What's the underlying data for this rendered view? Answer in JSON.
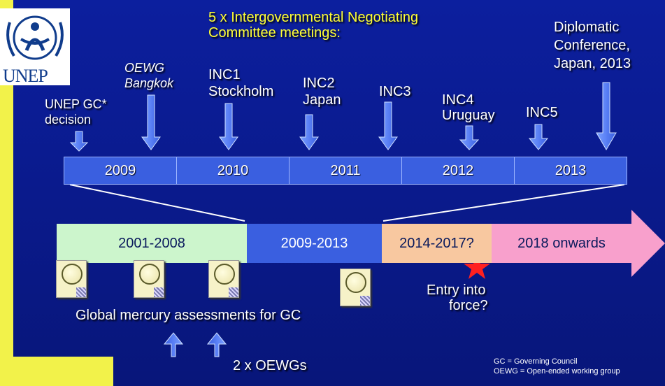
{
  "title_line1": "5 x Intergovernmental Negotiating",
  "title_line2": "Committee meetings:",
  "logo": {
    "text": "UNEP"
  },
  "events": {
    "gc_l1": "UNEP GC*",
    "gc_l2": "decision",
    "oewg_l1": "OEWG",
    "oewg_l2": "Bangkok",
    "inc1_l1": "INC1",
    "inc1_l2": "Stockholm",
    "inc2_l1": "INC2",
    "inc2_l2": "Japan",
    "inc3": "INC3",
    "inc4_l1": "INC4",
    "inc4_l2": "Uruguay",
    "inc5": "INC5",
    "dip_l1": "Diplomatic",
    "dip_l2": "Conference,",
    "dip_l3": "Japan, 2013"
  },
  "years": [
    "2009",
    "2010",
    "2011",
    "2012",
    "2013"
  ],
  "phases": [
    "2001-2008",
    "2009-2013",
    "2014-2017?",
    "2018 onwards"
  ],
  "entry_l1": "Entry into",
  "entry_l2": "force?",
  "assessments": "Global mercury assessments for GC",
  "oewgs": "2 x OEWGs",
  "legend_gc": "GC = Governing Council",
  "legend_oewg": "OEWG = Open-ended working group",
  "colors": {
    "background": "#0a1a8c",
    "accent_yellow": "#f2f24a",
    "phase1": "#ccf5cc",
    "phase2": "#3a5fe0",
    "phase3": "#f8c8a0",
    "phase4": "#f8a0cc",
    "star": "#ff2020"
  }
}
